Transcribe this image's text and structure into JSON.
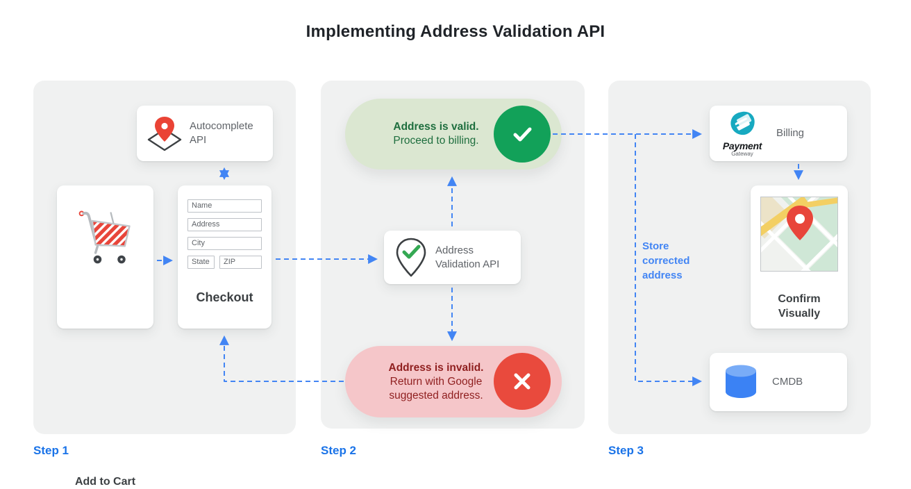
{
  "title": "Implementing Address Validation API",
  "colors": {
    "accent_blue": "#4285f4",
    "step_label_blue": "#1a73e8",
    "valid_green_circle": "#12a159",
    "valid_pill_bg": "#dbe7d1",
    "valid_text_green": "#1e6e3e",
    "invalid_red_circle": "#e94a3d",
    "invalid_pill_bg": "#f5c6c9",
    "invalid_text_red": "#8f1f1f",
    "panel_bg": "#f0f1f1",
    "pin_red": "#ea4335",
    "cmdb_blue": "#4285f4",
    "payment_logo_teal": "#17a9c0"
  },
  "step1": {
    "label": "Step 1",
    "autocomplete": {
      "label": "Autocomplete API",
      "icon": "map-pin-diamond-icon"
    },
    "add_to_cart": {
      "label": "Add to Cart",
      "icon": "shopping-cart-icon"
    },
    "checkout": {
      "label": "Checkout",
      "fields": {
        "name": "Name",
        "address": "Address",
        "city": "City",
        "state": "State",
        "zip": "ZIP"
      }
    }
  },
  "step2": {
    "label": "Step 2",
    "valid": {
      "title": "Address is valid.",
      "subtitle": "Proceed to billing.",
      "icon": "checkmark-circle-icon"
    },
    "validation_api": {
      "label": "Address Validation API",
      "icon": "pin-check-icon"
    },
    "invalid": {
      "title": "Address is invalid.",
      "subtitle": "Return with Google suggested address.",
      "icon": "x-circle-icon"
    }
  },
  "step3": {
    "label": "Step 3",
    "billing": {
      "label": "Billing",
      "logo_title": "Payment",
      "logo_subtitle": "Gateway",
      "icon": "payment-gateway-logo"
    },
    "confirm": {
      "label": "Confirm Visually",
      "icon": "map-thumbnail"
    },
    "cmdb": {
      "label": "CMDB",
      "icon": "database-cylinder-icon"
    },
    "store_note": "Store corrected address"
  }
}
